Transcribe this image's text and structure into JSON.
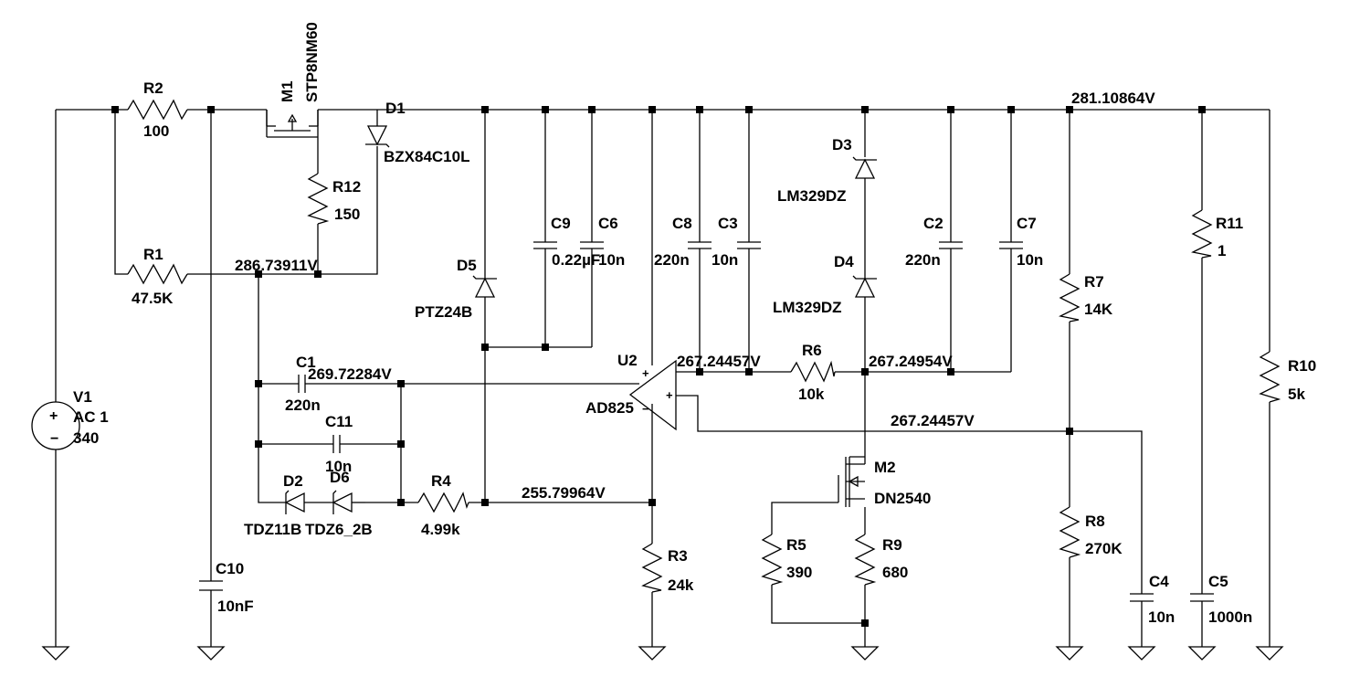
{
  "components": {
    "R2": {
      "ref": "R2",
      "value": "100"
    },
    "R1": {
      "ref": "R1",
      "value": "47.5K"
    },
    "R12": {
      "ref": "R12",
      "value": "150"
    },
    "R3": {
      "ref": "R3",
      "value": "24k"
    },
    "R4": {
      "ref": "R4",
      "value": "4.99k"
    },
    "R5": {
      "ref": "R5",
      "value": "390"
    },
    "R6": {
      "ref": "R6",
      "value": "10k"
    },
    "R7": {
      "ref": "R7",
      "value": "14K"
    },
    "R8": {
      "ref": "R8",
      "value": "270K"
    },
    "R9": {
      "ref": "R9",
      "value": "680"
    },
    "R10": {
      "ref": "R10",
      "value": "5k"
    },
    "R11": {
      "ref": "R11",
      "value": "1"
    },
    "C1": {
      "ref": "C1",
      "value": "220n"
    },
    "C2": {
      "ref": "C2",
      "value": "220n"
    },
    "C3": {
      "ref": "C3",
      "value": "10n"
    },
    "C4": {
      "ref": "C4",
      "value": "10n"
    },
    "C5": {
      "ref": "C5",
      "value": "1000n"
    },
    "C6": {
      "ref": "C6",
      "value": "10n"
    },
    "C7": {
      "ref": "C7",
      "value": "10n"
    },
    "C8": {
      "ref": "C8",
      "value": "220n"
    },
    "C9": {
      "ref": "C9",
      "value": "0.22µF"
    },
    "C10": {
      "ref": "C10",
      "value": "10nF"
    },
    "C11": {
      "ref": "C11",
      "value": "10n"
    },
    "D1": {
      "ref": "D1",
      "value": "BZX84C10L"
    },
    "D2": {
      "ref": "D2",
      "value": "TDZ11B"
    },
    "D3": {
      "ref": "D3",
      "value": "LM329DZ"
    },
    "D4": {
      "ref": "D4",
      "value": "LM329DZ"
    },
    "D5": {
      "ref": "D5",
      "value": "PTZ24B"
    },
    "D6": {
      "ref": "D6",
      "value": "TDZ6_2B"
    },
    "M1": {
      "ref": "M1",
      "value": "STP8NM60"
    },
    "M2": {
      "ref": "M2",
      "value": "DN2540"
    },
    "U2": {
      "ref": "U2",
      "value": "AD825"
    },
    "V1": {
      "ref": "V1",
      "value": "AC 1",
      "amplitude": "340"
    }
  },
  "node_voltages": {
    "top_rail": "281.10864V",
    "r1_node": "286.73911V",
    "c1_node": "269.72284V",
    "opamp_out": "267.24457V",
    "r6_right": "267.24954V",
    "ref_node": "267.24457V",
    "r4_node": "255.79964V"
  },
  "colors": {
    "wire": "#000000",
    "background": "#ffffff"
  }
}
